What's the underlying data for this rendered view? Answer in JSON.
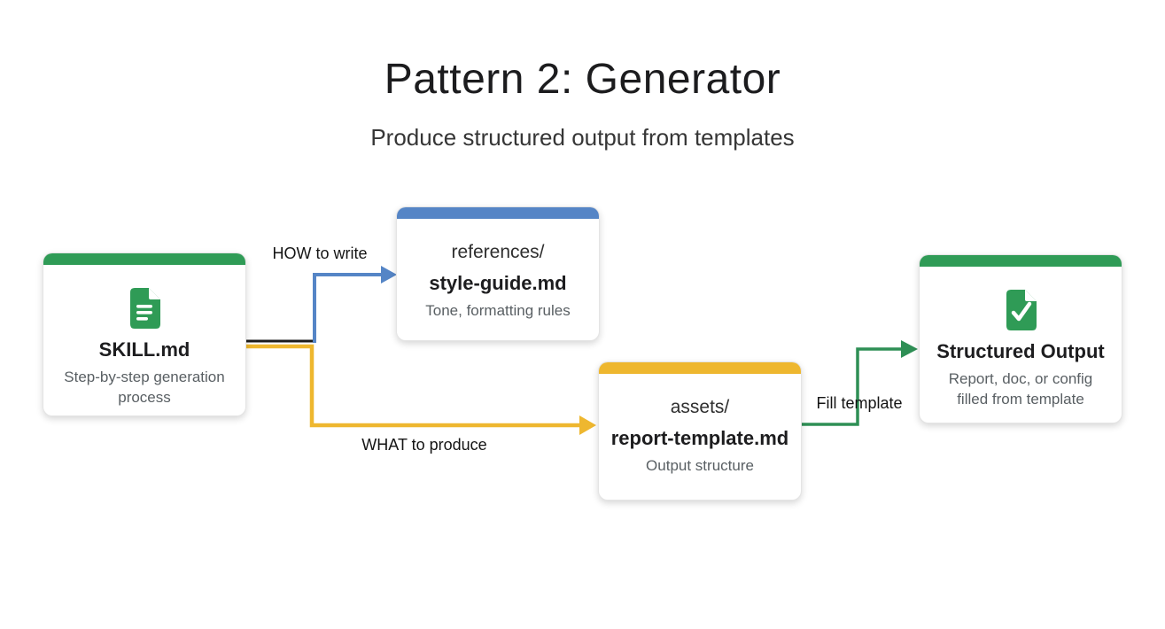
{
  "title": "Pattern 2: Generator",
  "subtitle": "Produce structured output from templates",
  "colors": {
    "green": "#2f9b56",
    "blue": "#5585c6",
    "yellow": "#eeb72f",
    "arrow_green": "#2e8f55"
  },
  "nodes": {
    "skill": {
      "accent_color": "#2f9b56",
      "icon": "document-lines-icon",
      "title": "SKILL.md",
      "subtitle": "Step-by-step generation process"
    },
    "references": {
      "accent_color": "#5585c6",
      "path": "references/",
      "title": "style-guide.md",
      "subtitle": "Tone, formatting rules"
    },
    "assets": {
      "accent_color": "#eeb72f",
      "path": "assets/",
      "title": "report-template.md",
      "subtitle": "Output structure"
    },
    "output": {
      "accent_color": "#2f9b56",
      "icon": "document-check-icon",
      "title": "Structured Output",
      "subtitle": "Report, doc, or config filled from template"
    }
  },
  "edges": {
    "how": {
      "label": "HOW to write",
      "color": "#5585c6"
    },
    "what": {
      "label": "WHAT to produce",
      "color": "#eeb72f"
    },
    "fill": {
      "label": "Fill template",
      "color": "#2e8f55"
    }
  }
}
